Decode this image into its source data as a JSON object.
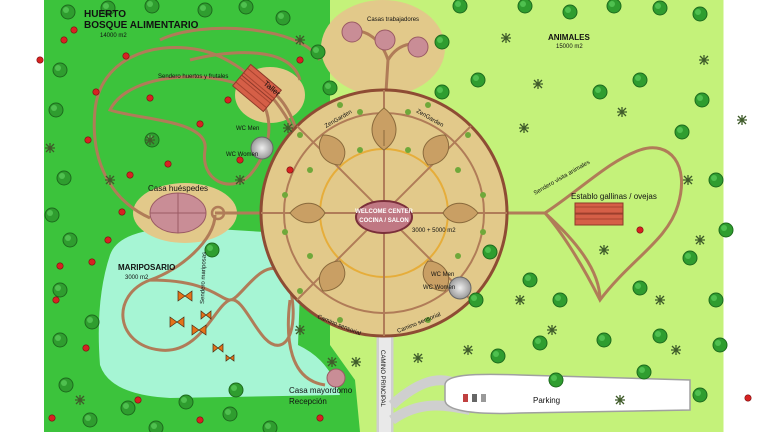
{
  "zones": {
    "huerto": {
      "title_1": "HUERTO",
      "title_2": "BOSQUE ALIMENTARIO",
      "area": "14000 m2"
    },
    "animales": {
      "title": "ANIMALES",
      "area": "15000 m2"
    },
    "mariposario": {
      "title": "MARIPOSARIO",
      "area": "3000 m2"
    }
  },
  "labels": {
    "casas_trabajadores": "Casas trabajadores",
    "sendero_huertos": "Sendero huertos y frutales",
    "taller": "Taller",
    "wc_men_left": "WC Men",
    "wc_women_left": "WC Women",
    "casa_huespedes": "Casa huéspedes",
    "sendero_mariposas": "Sendero mariposas",
    "zen_left": "ZenGarden",
    "zen_right": "ZenGarden",
    "welcome_1": "WELCOME CENTER",
    "welcome_2": "COCINA / SALON",
    "center_area": "3000 + 5000 m2",
    "wc_men_right": "WC Men",
    "wc_women_right": "WC Women",
    "camino_sensorial_left": "Camino sensorial",
    "camino_sensorial_right": "Camino sensorial",
    "sendero_animales": "Sendero visita animales",
    "establo": "Establo gallinas / ovejas",
    "casa_mayordomo": "Casa mayordomo",
    "recepcion": "Recepción",
    "camino_principal": "CAMINO PRINCIPAL",
    "parking": "Parking"
  },
  "colors": {
    "forest_green": "#3cc33c",
    "light_green": "#c4f27a",
    "butterfly_teal": "#a6f5d4",
    "sand": "#e2c98a",
    "path_brown": "#b07c58",
    "ring_brown": "#8e4c34",
    "roof_red": "#d55f47",
    "welcome_fill": "#c07883"
  },
  "icons": [
    "tree-icon",
    "palm-icon",
    "fruit-icon",
    "butterfly-icon",
    "roof-icon",
    "car-icon"
  ]
}
